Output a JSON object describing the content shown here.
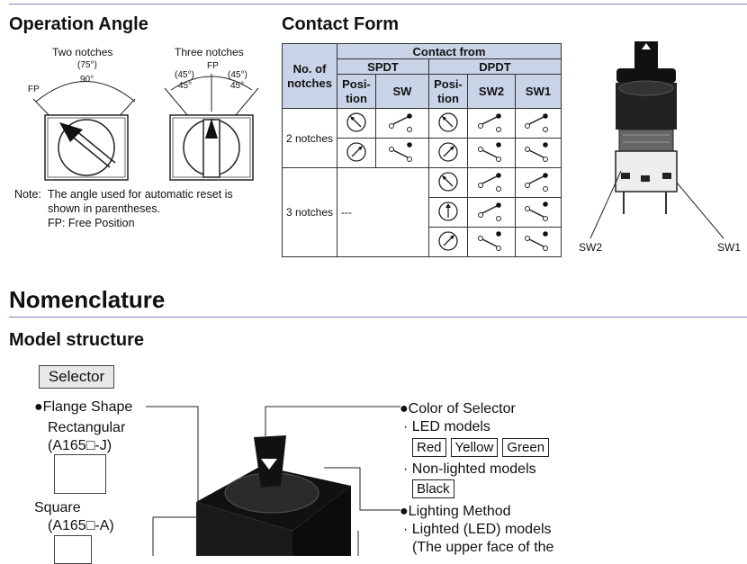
{
  "operation_angle": {
    "title": "Operation Angle",
    "two_notches": {
      "label": "Two notches",
      "reset_angle": "(75°)",
      "angle": "90°",
      "fp": "FP"
    },
    "three_notches": {
      "label": "Three notches",
      "fp": "FP",
      "left_reset": "(45°)",
      "left_angle": "45°",
      "right_reset": "(45°)",
      "right_angle": "45°"
    },
    "note_label": "Note:",
    "note_line1": "The angle used for automatic reset is",
    "note_line2": "shown in parentheses.",
    "note_line3": "FP: Free Position"
  },
  "contact_form": {
    "title": "Contact Form",
    "header_contact": "Contact from",
    "header_notches": "No. of notches",
    "header_spdt": "SPDT",
    "header_dpdt": "DPDT",
    "col_position": "Posi-tion",
    "col_sw": "SW",
    "col_sw2": "SW2",
    "col_sw1": "SW1",
    "row_two": "2 notches",
    "row_three": "3 notches",
    "three_spdt": "---",
    "sw2_label": "SW2",
    "sw1_label": "SW1"
  },
  "nomenclature": {
    "title": "Nomenclature",
    "model_structure": "Model structure",
    "selector_tag": "Selector",
    "flange_heading": "●Flange Shape",
    "flange_rect": "Rectangular",
    "flange_rect_code": "(A165□-J)",
    "flange_square": "Square",
    "flange_square_code": "(A165□-A)",
    "color_heading": "●Color of Selector",
    "led_models": "· LED models",
    "colors_led": [
      "Red",
      "Yellow",
      "Green"
    ],
    "non_lighted": "· Non-lighted models",
    "colors_non": [
      "Black"
    ],
    "lighting_heading": "●Lighting Method",
    "lighted_led": "· Lighted (LED) models",
    "lighted_note": "(The upper face of the"
  },
  "colors": {
    "rule": "#8a79b8",
    "table_header": "#c9d4e8"
  }
}
